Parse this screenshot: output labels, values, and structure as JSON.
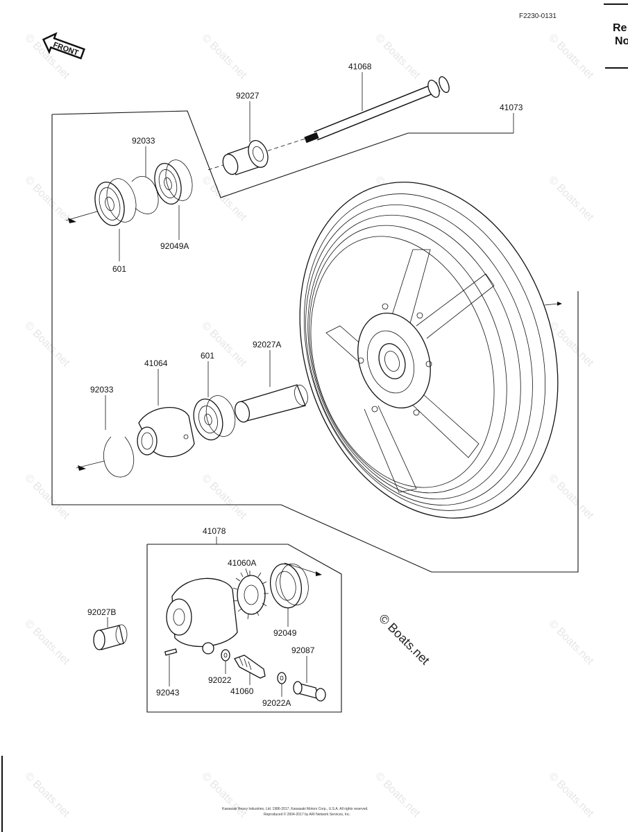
{
  "diagram_code": "F2230-0131",
  "side_header": [
    "Re",
    "No"
  ],
  "front_label": "FRONT",
  "parts": {
    "p41068": "41068",
    "p41073": "41073",
    "p92027": "92027",
    "p92033_top": "92033",
    "p92049A": "92049A",
    "p601_top": "601",
    "p92027A": "92027A",
    "p41064": "41064",
    "p601_mid": "601",
    "p92033_mid": "92033",
    "p41078": "41078",
    "p41060A": "41060A",
    "p92049": "92049",
    "p92027B": "92027B",
    "p92087": "92087",
    "p92022": "92022",
    "p41060": "41060",
    "p92043": "92043",
    "p92022A": "92022A"
  },
  "watermark": "© Boats.net",
  "footer": [
    "Kawasaki Heavy Industries, Ltd. 1986-2017, Kawasaki Motors Corp., U.S.A. All rights reserved.",
    "Reproduced © 2004-2017 by ARI Network Services, Inc."
  ]
}
